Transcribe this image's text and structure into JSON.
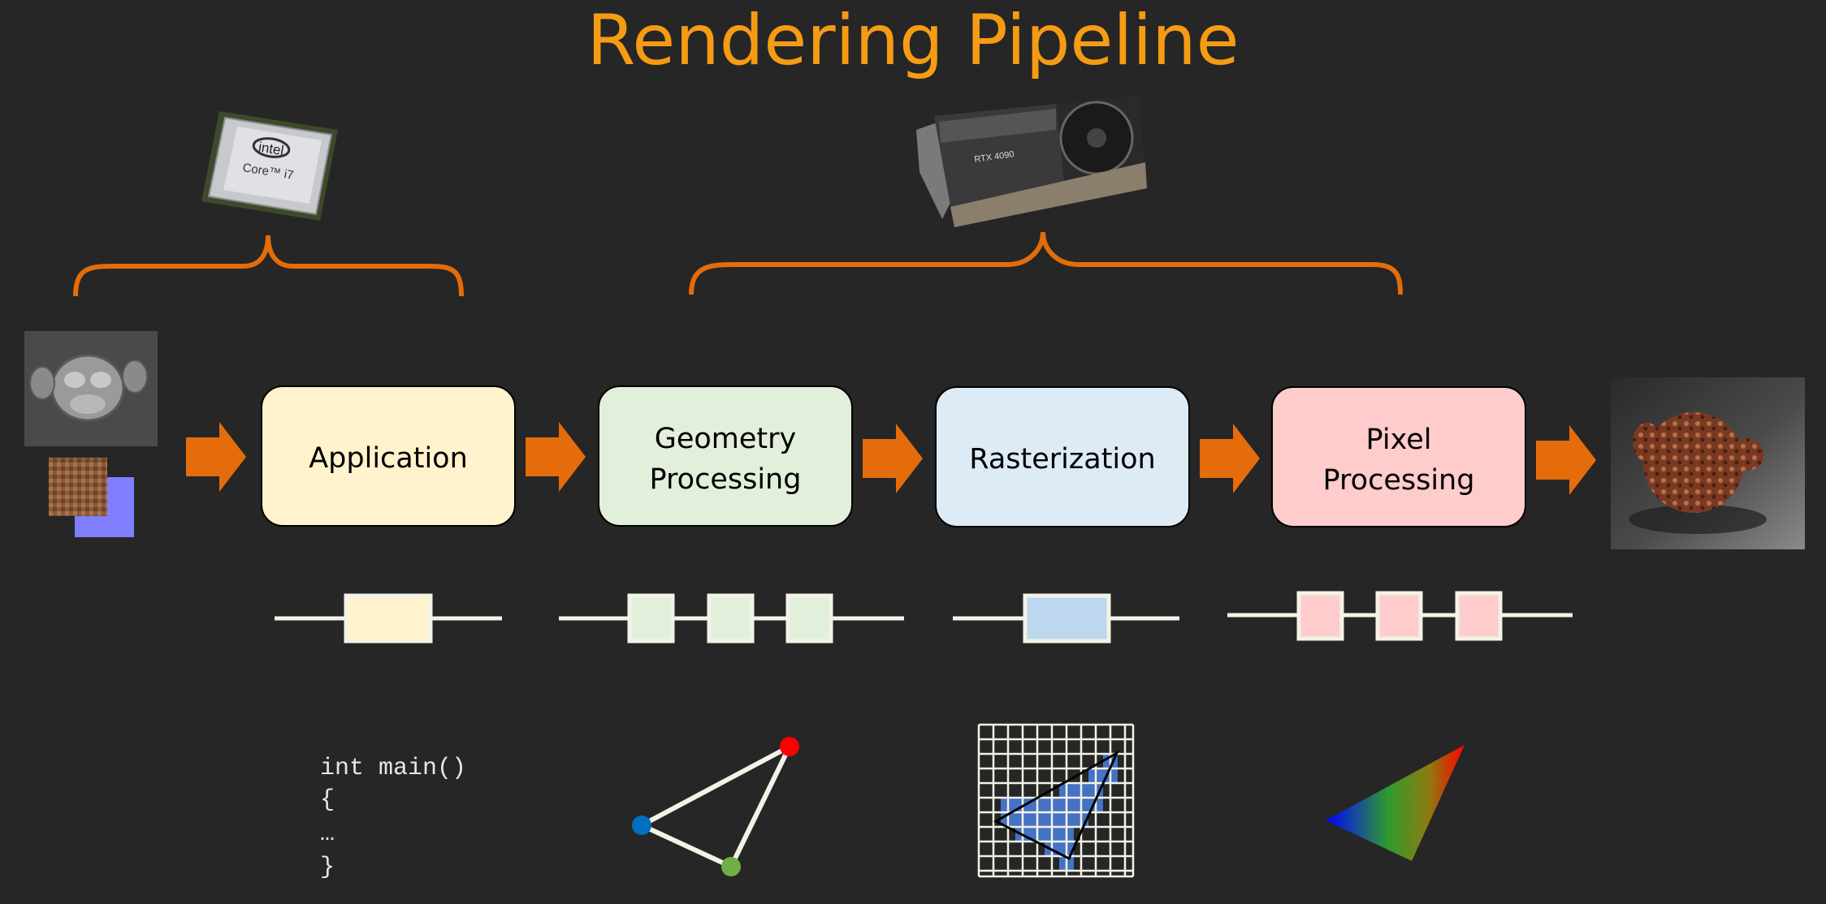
{
  "title": "Rendering Pipeline",
  "hardware": {
    "cpu": {
      "brand": "intel",
      "model": "Core™ i7",
      "icon": "cpu-chip-icon"
    },
    "gpu": {
      "model": "RTX 4090",
      "icon": "graphics-card-icon"
    }
  },
  "stages": [
    {
      "id": "application",
      "lines": [
        "Application"
      ],
      "fill": "#FFF2CC",
      "sub_fill": "#FFF2CC",
      "sub_units": 1
    },
    {
      "id": "geometry",
      "lines": [
        "Geometry",
        "Processing"
      ],
      "fill": "#E2EFDA",
      "sub_fill": "#E2EFDA",
      "sub_units": 3
    },
    {
      "id": "rasterization",
      "lines": [
        "Rasterization"
      ],
      "fill": "#DDEBF7",
      "sub_fill": "#BDD7EE",
      "sub_units": 1
    },
    {
      "id": "pixel",
      "lines": [
        "Pixel",
        "Processing"
      ],
      "fill": "#FFCCCC",
      "sub_fill": "#FFCCCC",
      "sub_units": 3
    }
  ],
  "code_lines": [
    "int main()",
    "{",
    "…",
    "}"
  ],
  "colors": {
    "background": "#262626",
    "title": "#F59B14",
    "accent_orange": "#E46C0A",
    "line": "#F2F2E6",
    "vertex_red": "#FF0000",
    "vertex_blue": "#0070C0",
    "vertex_green": "#70AD47"
  }
}
